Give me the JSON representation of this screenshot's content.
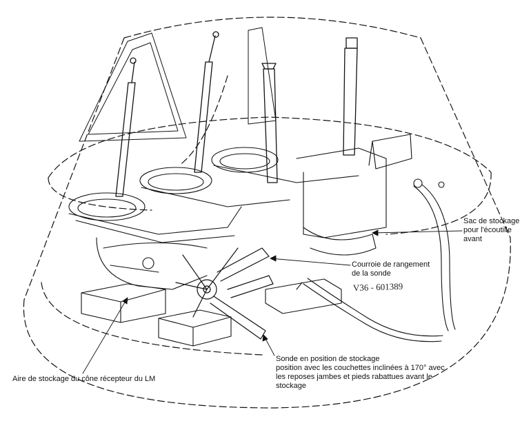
{
  "figure": {
    "reference_code": "V36 - 601389"
  },
  "labels": {
    "hatch_bag": [
      "Sac de stockage",
      "pour l'écoutille",
      "avant"
    ],
    "probe_strap": [
      "Courroie de rangement",
      "de la sonde"
    ],
    "probe_stowed": [
      "Sonde en position de stockage",
      "position avec les couchettes inclinées à 170° avec",
      "les reposes jambes et pieds rabattues avant le",
      "stockage"
    ],
    "drogue_area": [
      "Aire de stockage du cône récepteur du LM"
    ]
  },
  "colors": {
    "ink": "#111111",
    "paper": "#ffffff"
  }
}
